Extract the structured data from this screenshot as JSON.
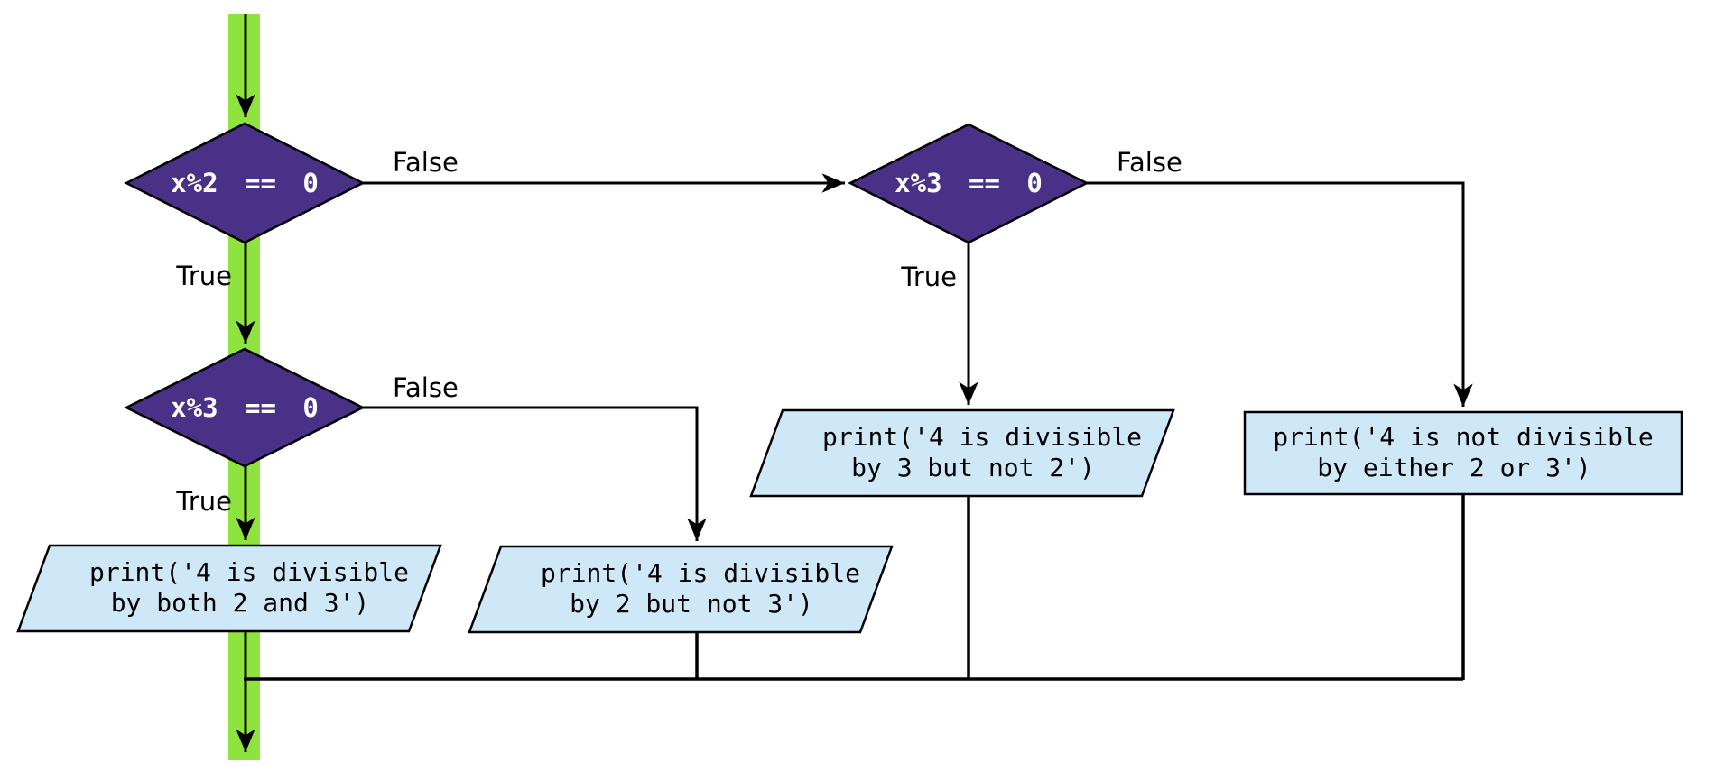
{
  "diagram": {
    "type": "flowchart",
    "description": "Divisibility decision flowchart with highlighted execution path"
  },
  "colors": {
    "decision_fill": "#483186",
    "decision_text": "#ffffff",
    "io_fill": "#cfe8f7",
    "highlight_path": "#8ee33e",
    "line": "#000000",
    "background": "#ffffff"
  },
  "nodes": {
    "decision_x_mod_2": {
      "label": "x%2 == 0"
    },
    "decision_x_mod_3_left": {
      "label": "x%3 == 0"
    },
    "decision_x_mod_3_right": {
      "label": "x%3 == 0"
    },
    "print_both": {
      "line1": "print('4 is divisible",
      "line2": "by both 2 and 3')"
    },
    "print_2_not_3": {
      "line1": "print('4 is divisible",
      "line2": "by 2 but not 3')"
    },
    "print_3_not_2": {
      "line1": "print('4 is divisible",
      "line2": "by 3 but not 2')"
    },
    "print_neither": {
      "line1": "print('4 is not divisible",
      "line2": "by either 2 or 3')"
    }
  },
  "edge_labels": {
    "d1_true": "True",
    "d1_false": "False",
    "d2_true": "True",
    "d2_false": "False",
    "d3_true": "True",
    "d3_false": "False"
  }
}
